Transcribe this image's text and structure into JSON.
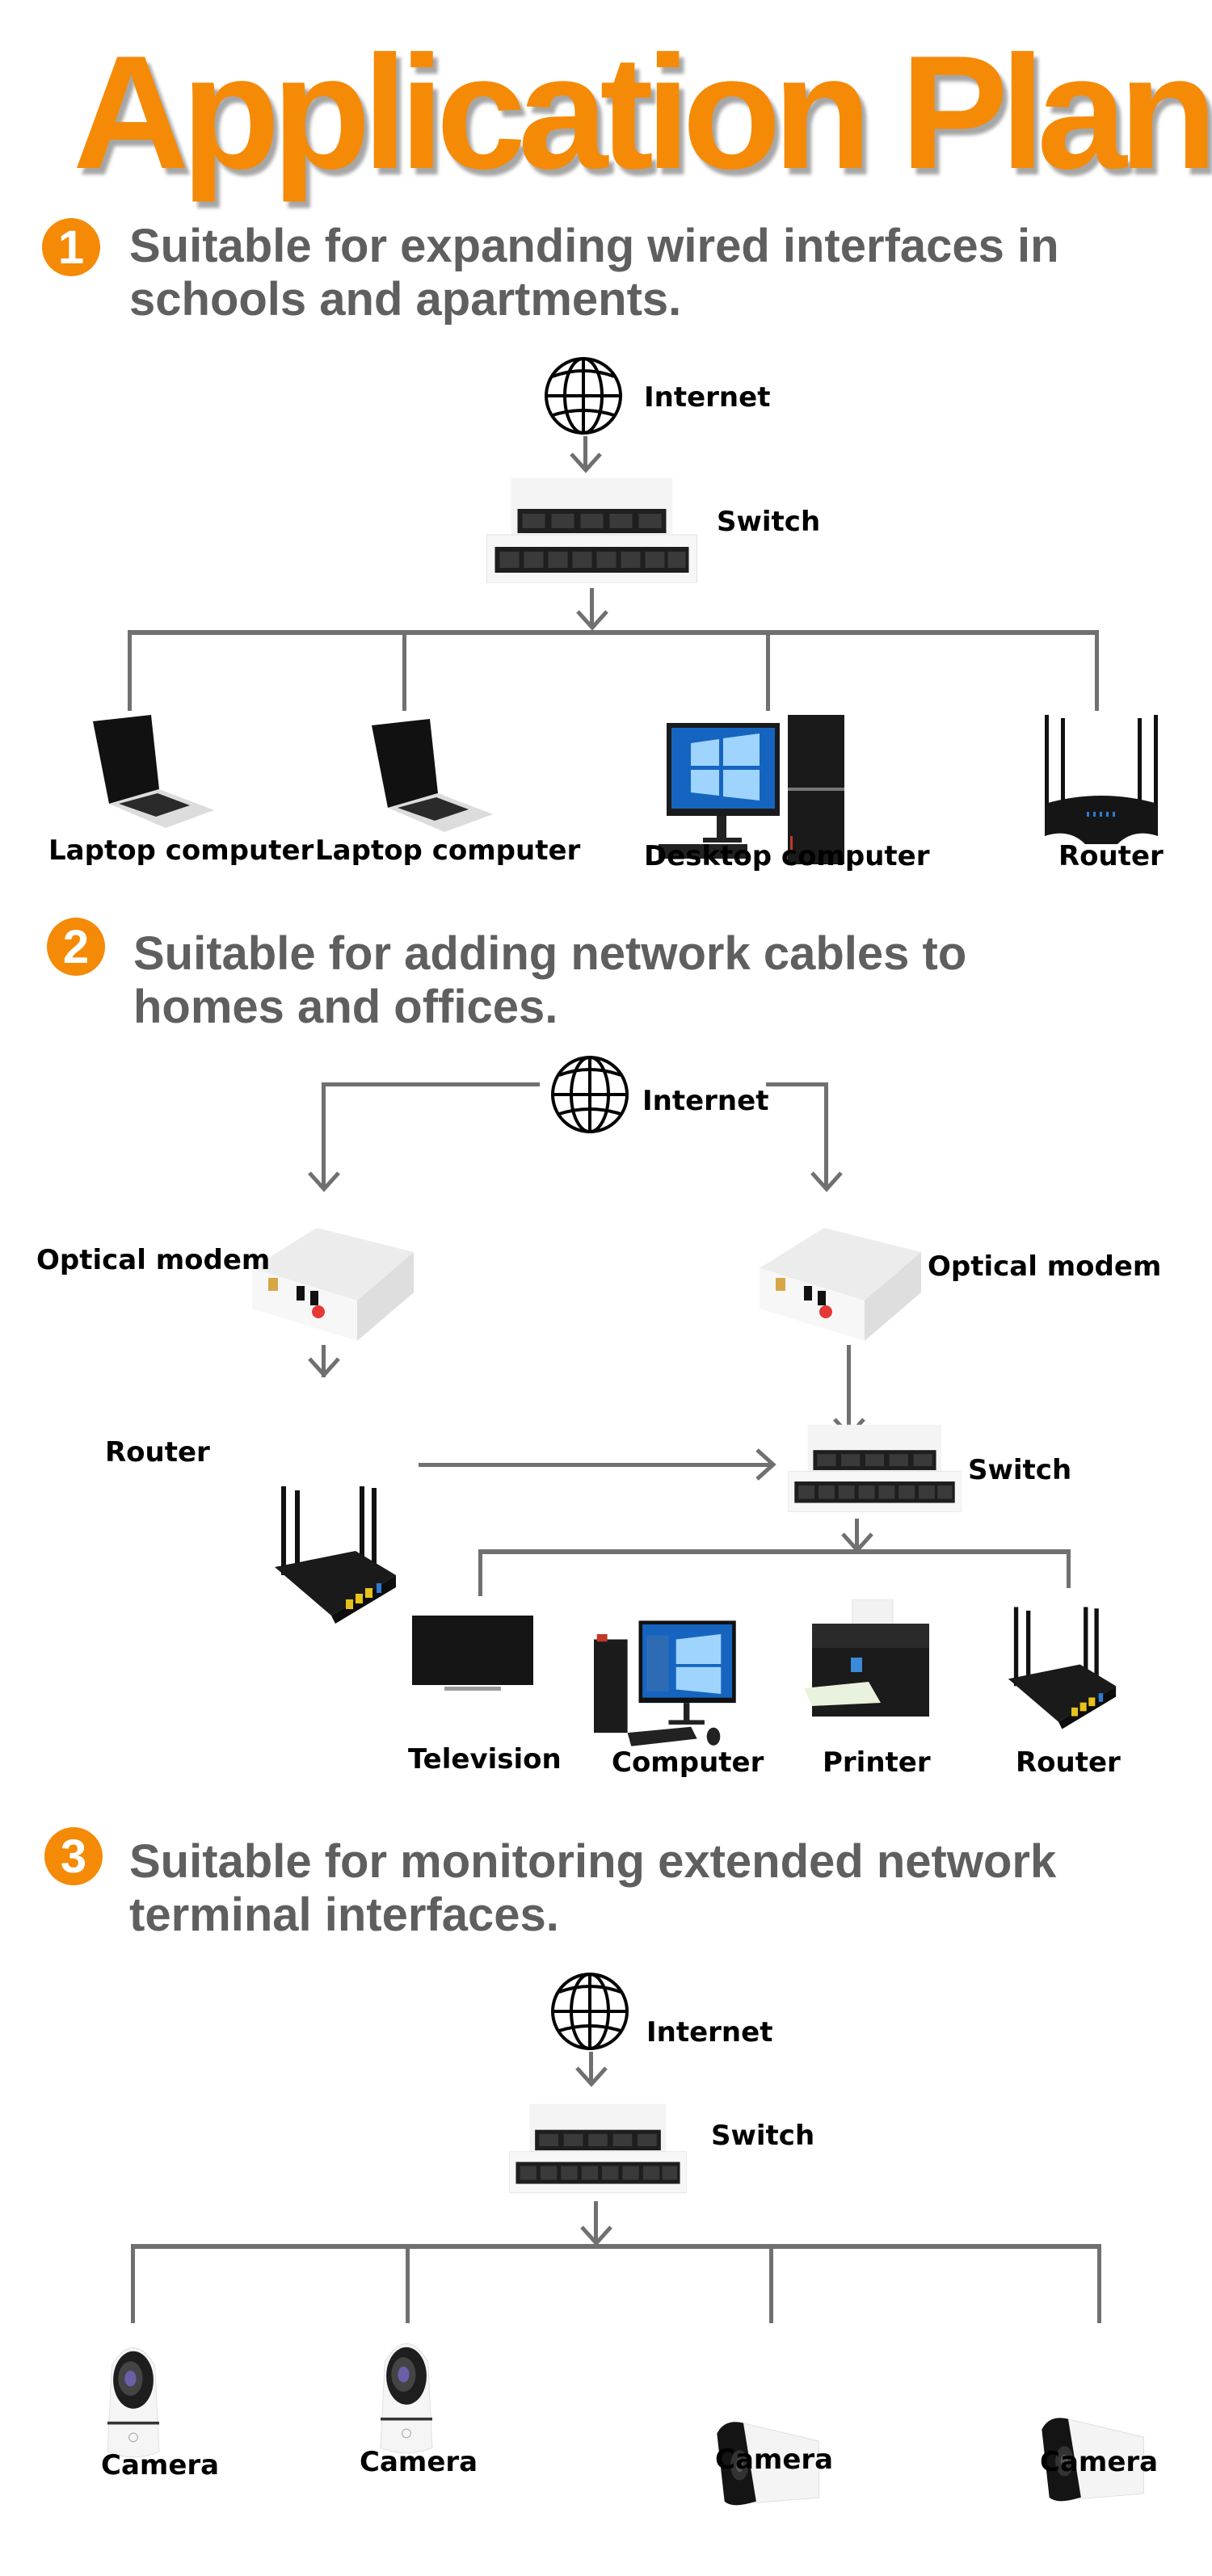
{
  "title": "Application Plan",
  "colors": {
    "accent": "#f58a07",
    "heading": "#5f5f5f",
    "connector": "#707070"
  },
  "sections": [
    {
      "number": "1",
      "heading_lines": [
        "Suitable for expanding wired interfaces in",
        "schools and apartments."
      ],
      "nodes": {
        "internet": {
          "label": "Internet",
          "icon": "globe-icon"
        },
        "switch": {
          "label": "Switch",
          "icon": "switch-icon"
        },
        "devices": [
          {
            "label": "Laptop computer",
            "icon": "laptop-icon"
          },
          {
            "label": "Laptop computer",
            "icon": "laptop-icon"
          },
          {
            "label": "Desktop computer",
            "icon": "desktop-icon"
          },
          {
            "label": "Router",
            "icon": "router-icon"
          }
        ]
      }
    },
    {
      "number": "2",
      "heading_lines": [
        "Suitable for adding network cables to",
        "homes and offices."
      ],
      "nodes": {
        "internet": {
          "label": "Internet",
          "icon": "globe-icon"
        },
        "modem_left": {
          "label": "Optical modem",
          "icon": "modem-icon"
        },
        "modem_right": {
          "label": "Optical modem",
          "icon": "modem-icon"
        },
        "router": {
          "label": "Router",
          "icon": "router-icon"
        },
        "switch": {
          "label": "Switch",
          "icon": "switch-icon"
        },
        "devices": [
          {
            "label": "Television",
            "icon": "tv-icon"
          },
          {
            "label": "Computer",
            "icon": "desktop-icon"
          },
          {
            "label": "Printer",
            "icon": "printer-icon"
          },
          {
            "label": "Router",
            "icon": "router-icon"
          }
        ]
      }
    },
    {
      "number": "3",
      "heading_lines": [
        "Suitable for monitoring extended network",
        "terminal interfaces."
      ],
      "nodes": {
        "internet": {
          "label": "Internet",
          "icon": "globe-icon"
        },
        "switch": {
          "label": "Switch",
          "icon": "switch-icon"
        },
        "devices": [
          {
            "label": "Camera",
            "icon": "dome-camera-icon"
          },
          {
            "label": "Camera",
            "icon": "dome-camera-icon"
          },
          {
            "label": "Camera",
            "icon": "bullet-camera-icon"
          },
          {
            "label": "Camera",
            "icon": "bullet-camera-icon"
          }
        ]
      }
    }
  ]
}
